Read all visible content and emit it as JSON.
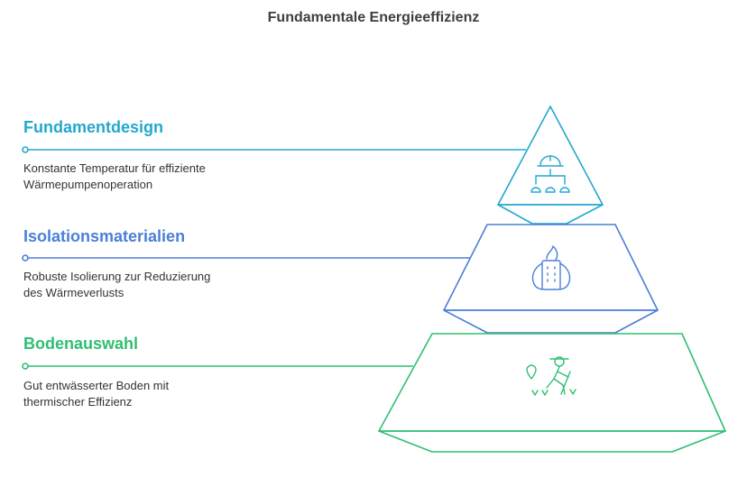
{
  "title": "Fundamentale Energieeffizienz",
  "colors": {
    "level1": "#23a8cf",
    "level2": "#4a7fd8",
    "level3": "#2fbf72",
    "text": "#333333"
  },
  "levels": [
    {
      "heading": "Fundamentdesign",
      "description_lines": [
        "Konstante Temperatur für effiziente",
        "Wärmepumpenoperation"
      ],
      "icon": "engineer-hierarchy-icon"
    },
    {
      "heading": "Isolationsmaterialien",
      "description_lines": [
        "Robuste Isolierung zur Reduzierung",
        "des Wärmeverlusts"
      ],
      "icon": "building-flame-icon"
    },
    {
      "heading": "Bodenauswahl",
      "description_lines": [
        "Gut entwässerter Boden mit",
        "thermischer Effizienz"
      ],
      "icon": "farmer-plants-icon"
    }
  ]
}
